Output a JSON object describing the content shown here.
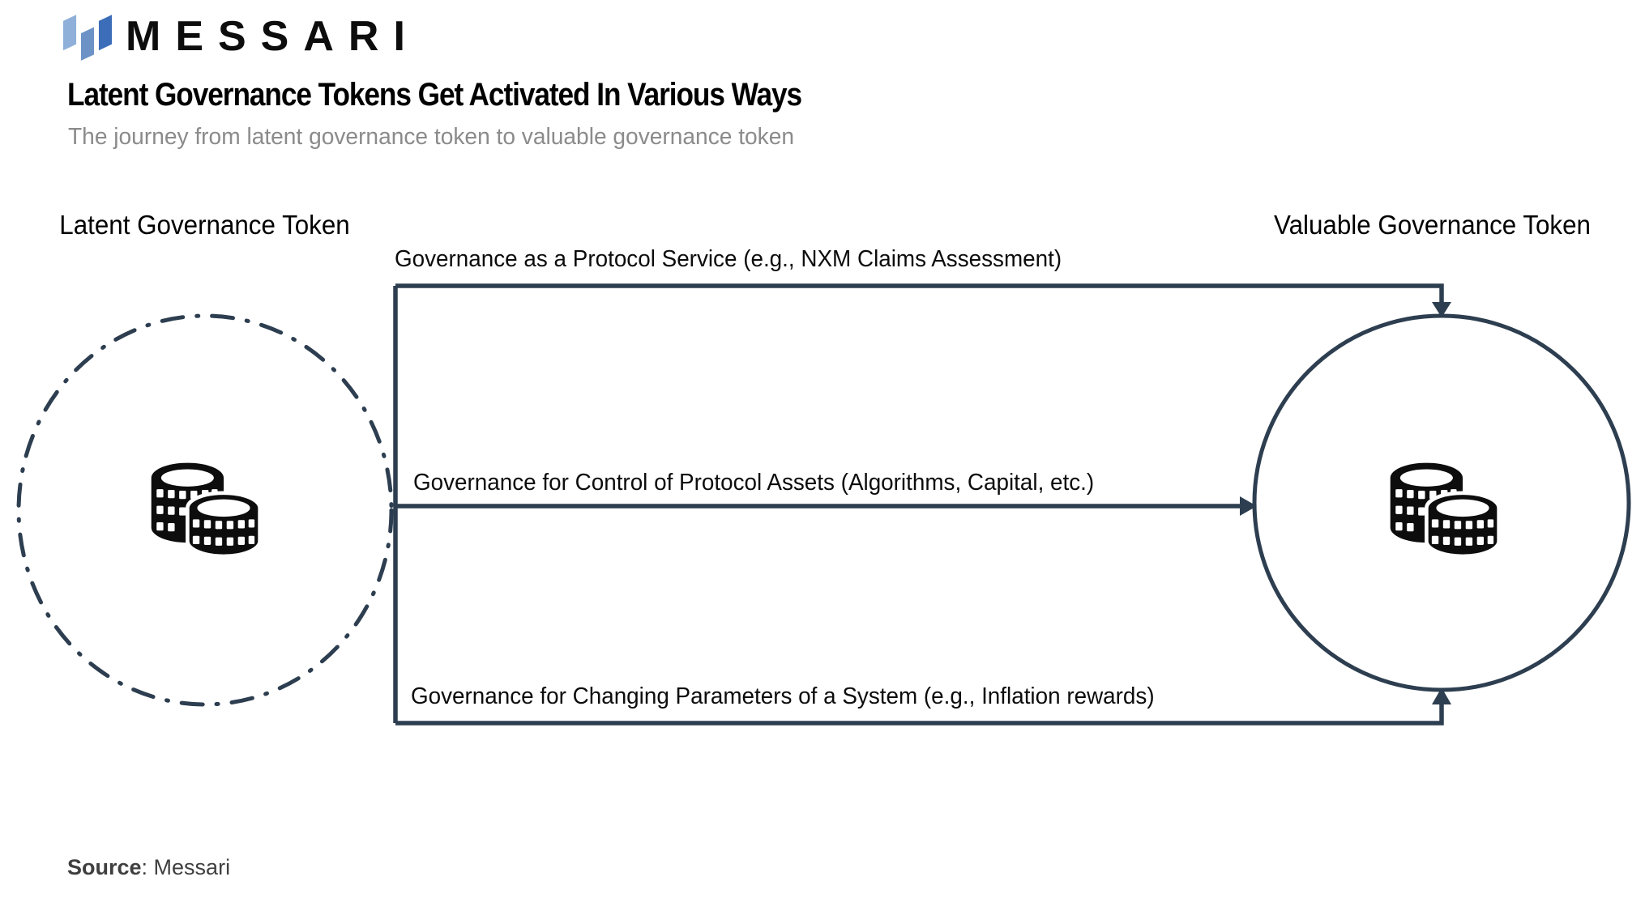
{
  "brand": {
    "wordmark": "MESSARI"
  },
  "header": {
    "title": "Latent Governance Tokens Get Activated In Various Ways",
    "subtitle": "The journey from latent governance token to valuable governance token"
  },
  "diagram": {
    "left_node": {
      "label": "Latent Governance Token",
      "icon": "coins-icon",
      "border_style": "dash-dot"
    },
    "right_node": {
      "label": "Valuable Governance Token",
      "icon": "coins-icon",
      "border_style": "solid"
    },
    "arrows": [
      {
        "label": "Governance as a Protocol Service (e.g., NXM Claims Assessment)",
        "route": "top"
      },
      {
        "label": "Governance for Control of Protocol Assets (Algorithms, Capital, etc.)",
        "route": "middle"
      },
      {
        "label": "Governance for Changing Parameters of a System (e.g., Inflation rewards)",
        "route": "bottom"
      }
    ]
  },
  "footer": {
    "source_label": "Source",
    "source_value": ": Messari"
  },
  "colors": {
    "line": "#2d3e50",
    "logo_light": "#8fb0d9",
    "logo_mid": "#6d93c6",
    "logo_dark": "#3c6db8",
    "title_text": "#000000",
    "subtitle_text": "#8b8b8b",
    "source_text": "#3f3f3f"
  }
}
